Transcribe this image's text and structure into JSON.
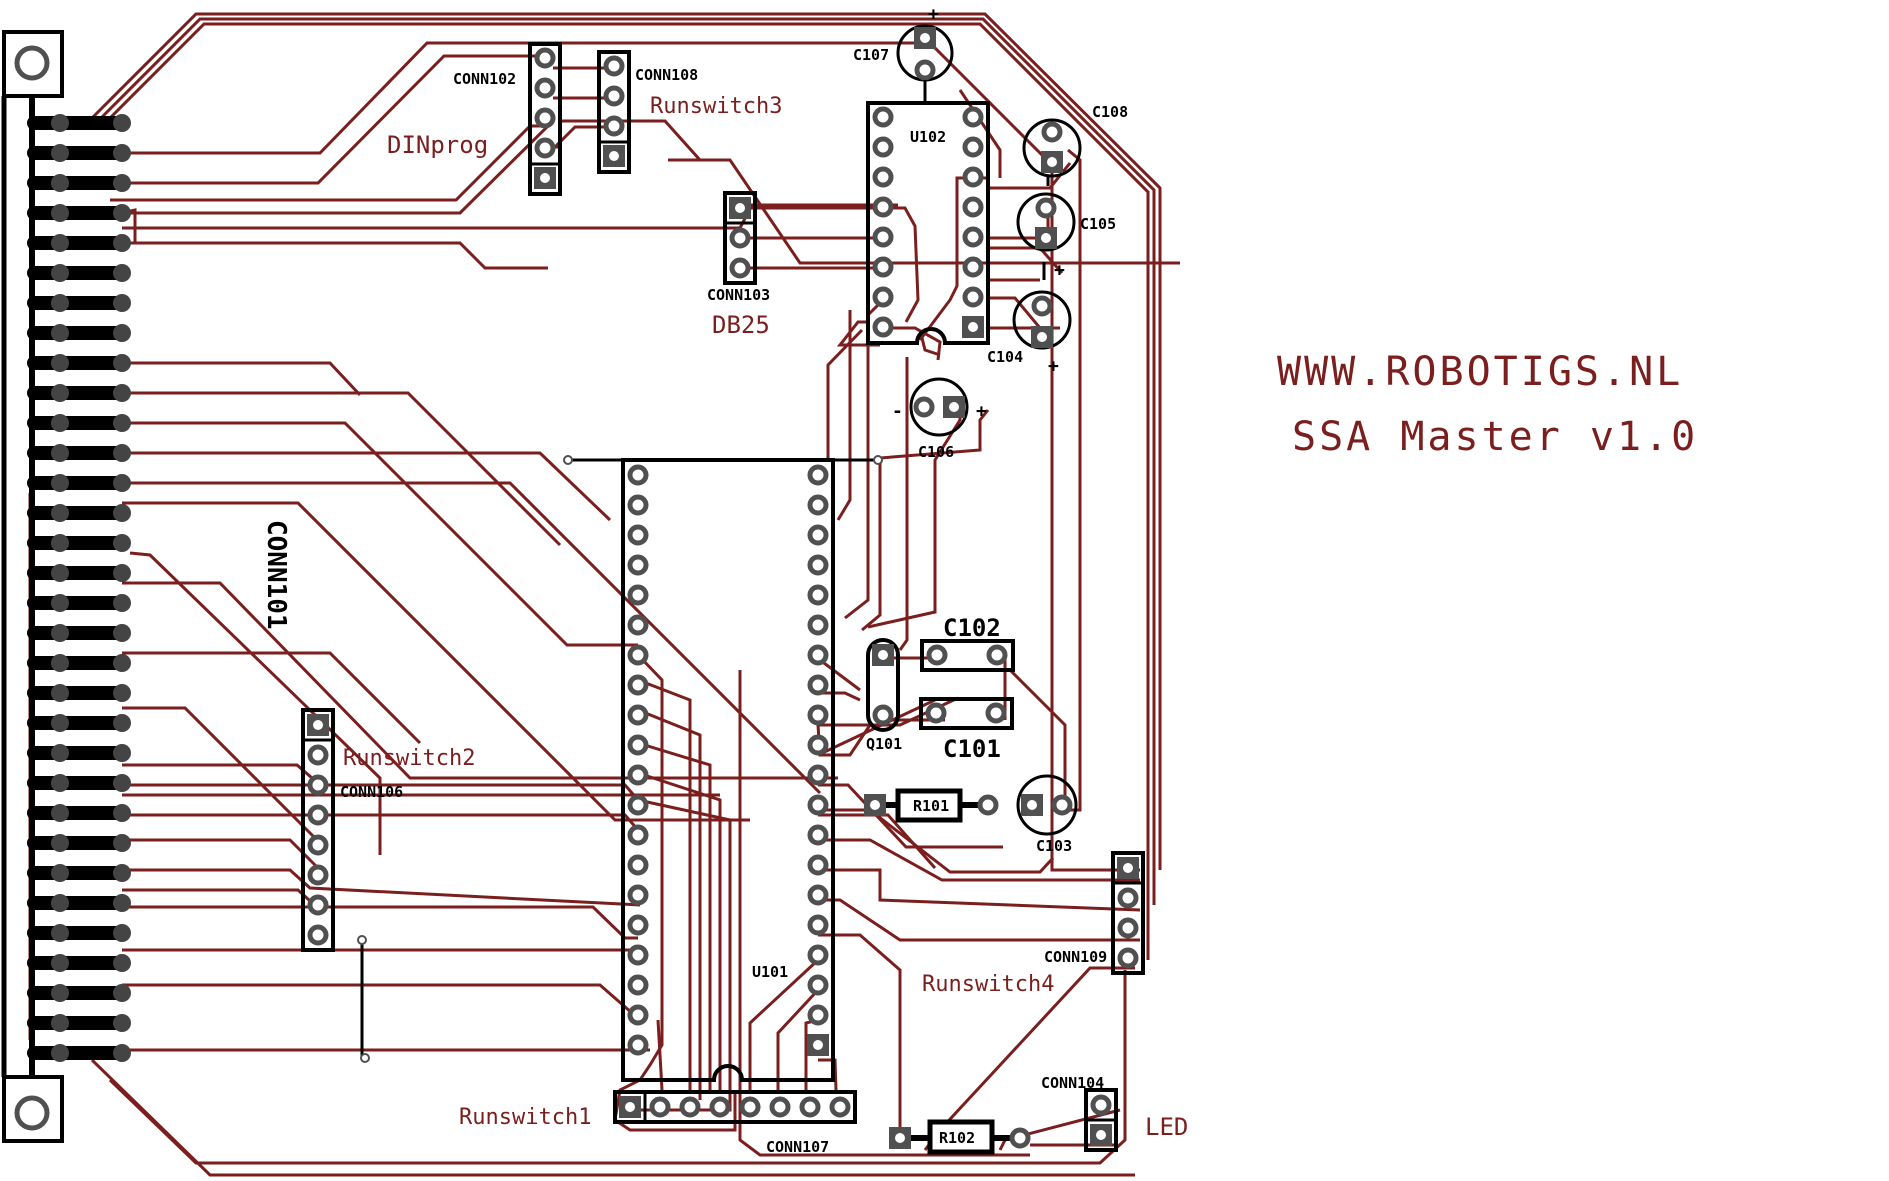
{
  "title": {
    "website": "WWW.ROBOTIGS.NL",
    "board_name": "SSA Master v1.0"
  },
  "colors": {
    "copper": "#7a1e1e",
    "silkscreen": "#000000",
    "pad": "#505050",
    "background": "#ffffff"
  },
  "components": {
    "conn101": "CONN101",
    "conn102": "CONN102",
    "conn103": "CONN103",
    "conn104": "CONN104",
    "conn106": "CONN106",
    "conn107": "CONN107",
    "conn108": "CONN108",
    "conn109": "CONN109",
    "u101": "U101",
    "u102": "U102",
    "q101": "Q101",
    "r101": "R101",
    "r102": "R102",
    "c101": "C101",
    "c102": "C102",
    "c103": "C103",
    "c104": "C104",
    "c105": "C105",
    "c106": "C106",
    "c107": "C107",
    "c108": "C108"
  },
  "copper_labels": {
    "dinprog": "DINprog",
    "db25": "DB25",
    "runswitch1": "Runswitch1",
    "runswitch2": "Runswitch2",
    "runswitch3": "Runswitch3",
    "runswitch4": "Runswitch4",
    "led": "LED"
  },
  "polarity": {
    "plus": "+",
    "minus": "-"
  }
}
